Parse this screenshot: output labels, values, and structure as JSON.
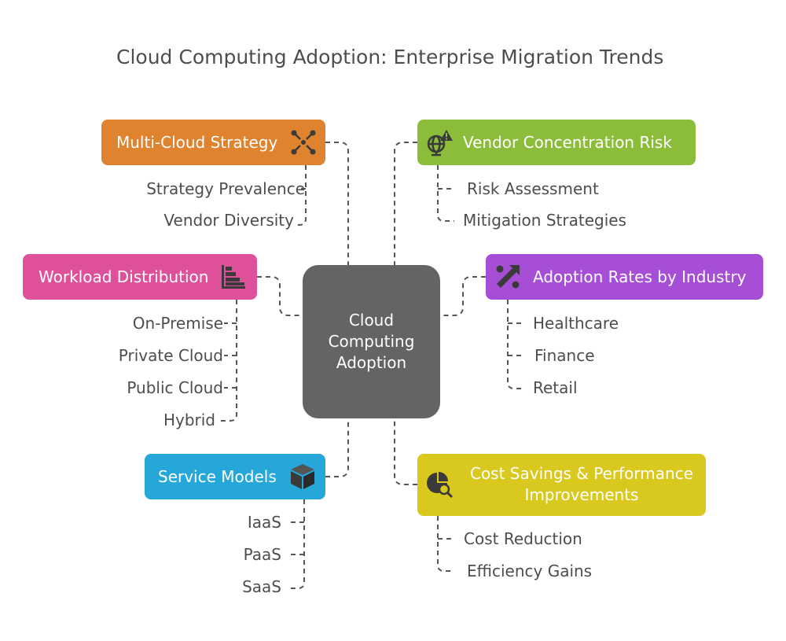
{
  "title": "Cloud Computing Adoption: Enterprise Migration Trends",
  "center": {
    "label": "Cloud Computing Adoption"
  },
  "colors": {
    "center": "#646464",
    "multi_cloud": "#e0832f",
    "vendor": "#8bbd3b",
    "workload": "#df509b",
    "adoption": "#a64ed6",
    "service": "#25a7da",
    "cost": "#d9c81e",
    "connector": "#555555"
  },
  "branches": {
    "multi_cloud": {
      "label": "Multi-Cloud Strategy",
      "icon": "network-nodes-icon",
      "items": [
        "Strategy Prevalence",
        "Vendor Diversity"
      ]
    },
    "vendor": {
      "label": "Vendor Concentration Risk",
      "icon": "globe-warning-icon",
      "items": [
        "Risk Assessment",
        "Mitigation Strategies"
      ]
    },
    "workload": {
      "label": "Workload Distribution",
      "icon": "staircase-bars-icon",
      "items": [
        "On-Premise",
        "Private Cloud",
        "Public Cloud",
        "Hybrid"
      ]
    },
    "adoption": {
      "label": "Adoption Rates by Industry",
      "icon": "percent-arrow-icon",
      "items": [
        "Healthcare",
        "Finance",
        "Retail"
      ]
    },
    "service": {
      "label": "Service Models",
      "icon": "cube-icon",
      "items": [
        "IaaS",
        "PaaS",
        "SaaS"
      ]
    },
    "cost": {
      "label": "Cost Savings & Performance Improvements",
      "icon": "pie-magnifier-icon",
      "items": [
        "Cost Reduction",
        "Efficiency Gains"
      ]
    }
  }
}
